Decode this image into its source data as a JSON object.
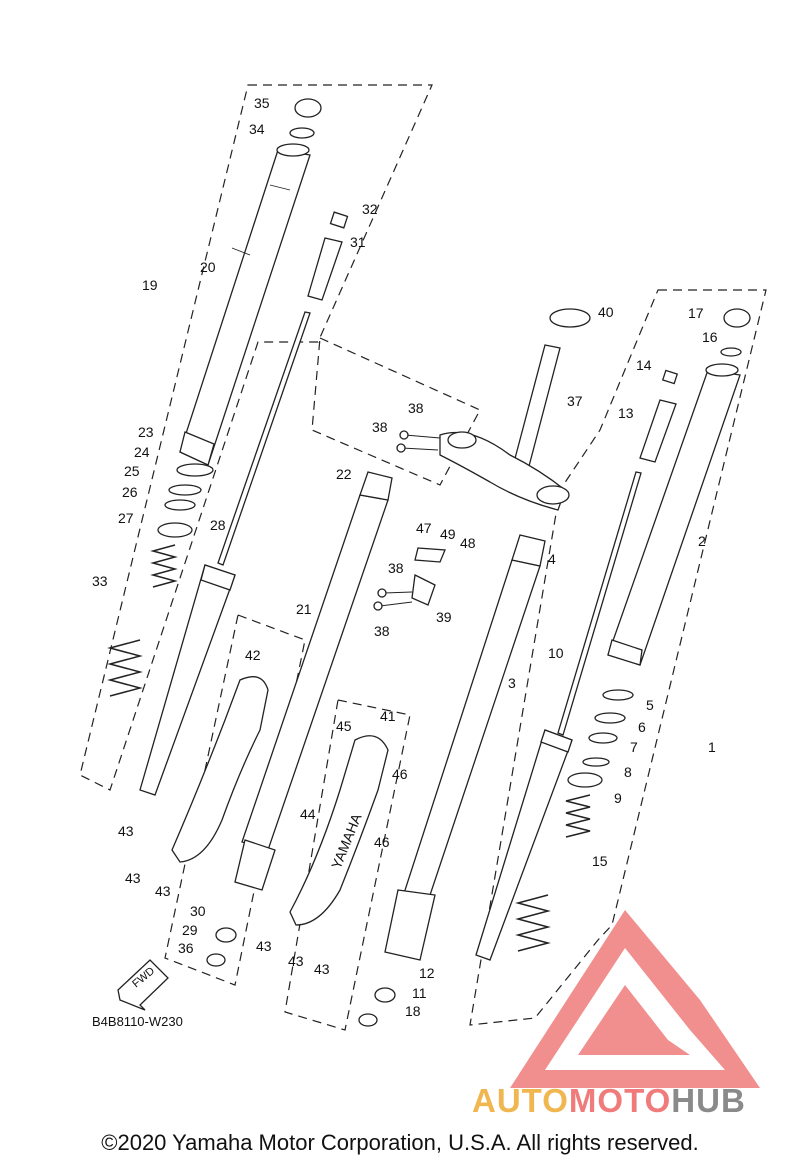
{
  "diagram": {
    "reference_code": "B4B8110-W230",
    "direction_arrow_label": "FWD",
    "stamp_text": "YAMAHA",
    "part_callouts": [
      "1",
      "2",
      "3",
      "4",
      "5",
      "6",
      "7",
      "8",
      "9",
      "10",
      "11",
      "12",
      "13",
      "14",
      "15",
      "16",
      "17",
      "18",
      "19",
      "20",
      "21",
      "22",
      "23",
      "24",
      "25",
      "26",
      "27",
      "28",
      "29",
      "30",
      "31",
      "32",
      "33",
      "34",
      "35",
      "36",
      "37",
      "38",
      "39",
      "40",
      "41",
      "42",
      "43",
      "44",
      "45",
      "46",
      "47",
      "48",
      "49"
    ]
  },
  "watermark": {
    "part1": "AUTO",
    "part2": "MOTO",
    "part3": "HUB",
    "colors": {
      "auto": "#f0b650",
      "moto": "#ef7b7b",
      "hub": "#8a8a8a",
      "triangle": "#ef6f6f"
    }
  },
  "footer": {
    "copyright": "©2020 Yamaha Motor Corporation, U.S.A. All rights reserved."
  }
}
